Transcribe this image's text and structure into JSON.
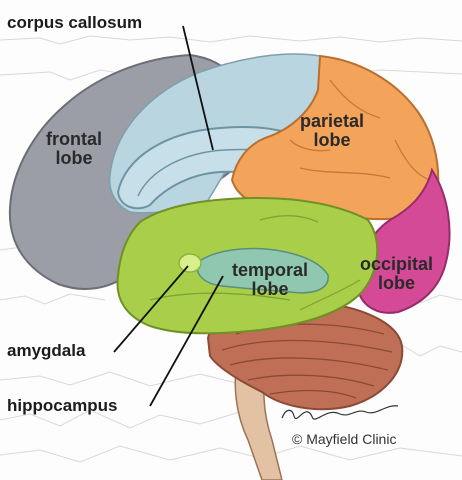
{
  "labels": {
    "corpus_callosum": "corpus callosum",
    "frontal_lobe": [
      "frontal",
      "lobe"
    ],
    "parietal_lobe": [
      "parietal",
      "lobe"
    ],
    "temporal_lobe": [
      "temporal",
      "lobe"
    ],
    "occipital_lobe": [
      "occipital",
      "lobe"
    ],
    "amygdala": "amygdala",
    "hippocampus": "hippocampus"
  },
  "credit": "© Mayfield Clinic",
  "colors": {
    "frontal": "#9b9ea6",
    "corpus_callosum": "#b9d6e0",
    "parietal": "#f4a35a",
    "occipital": "#d54a97",
    "temporal": "#a9cf4a",
    "brainstem": "#c9785d",
    "cerebellum": "#bf6f55"
  }
}
